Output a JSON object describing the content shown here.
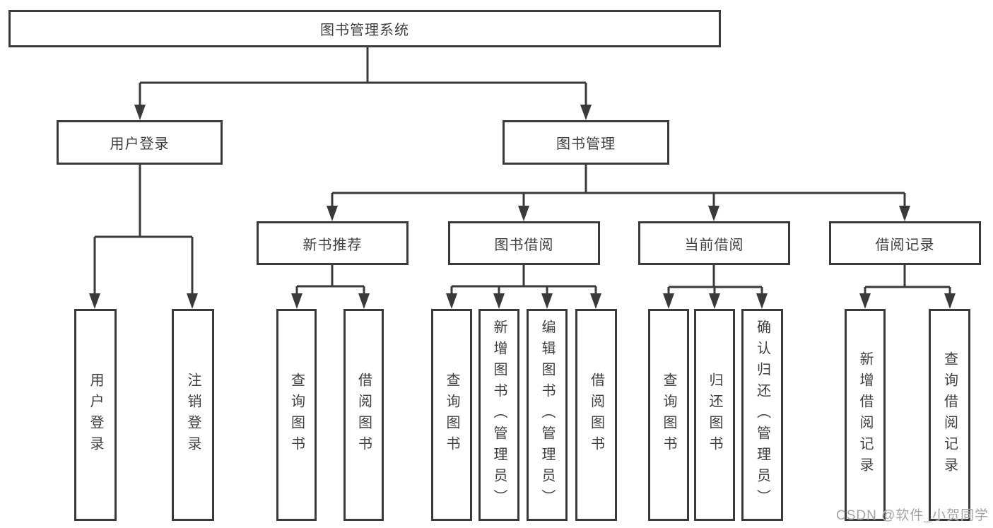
{
  "tree": {
    "label": "图书管理系统",
    "children": [
      {
        "label": "用户登录",
        "children": [
          {
            "label": "用户登录"
          },
          {
            "label": "注销登录"
          }
        ]
      },
      {
        "label": "图书管理",
        "children": [
          {
            "label": "新书推荐",
            "children": [
              {
                "label": "查询图书"
              },
              {
                "label": "借阅图书"
              }
            ]
          },
          {
            "label": "图书借阅",
            "children": [
              {
                "label": "查询图书"
              },
              {
                "label": "新增图书（管理员）"
              },
              {
                "label": "编辑图书（管理员）"
              },
              {
                "label": "借阅图书"
              }
            ]
          },
          {
            "label": "当前借阅",
            "children": [
              {
                "label": "查询图书"
              },
              {
                "label": "归还图书"
              },
              {
                "label": "确认归还（管理员）"
              }
            ]
          },
          {
            "label": "借阅记录",
            "children": [
              {
                "label": "新增借阅记录"
              },
              {
                "label": "查询借阅记录"
              }
            ]
          }
        ]
      }
    ]
  },
  "watermark": {
    "text": "CSDN @软件_小贺同学"
  },
  "colors": {
    "stroke": "#3a3a3a",
    "text": "#3f3f3f",
    "watermark": "#a5a5a5",
    "background": "#ffffff"
  }
}
